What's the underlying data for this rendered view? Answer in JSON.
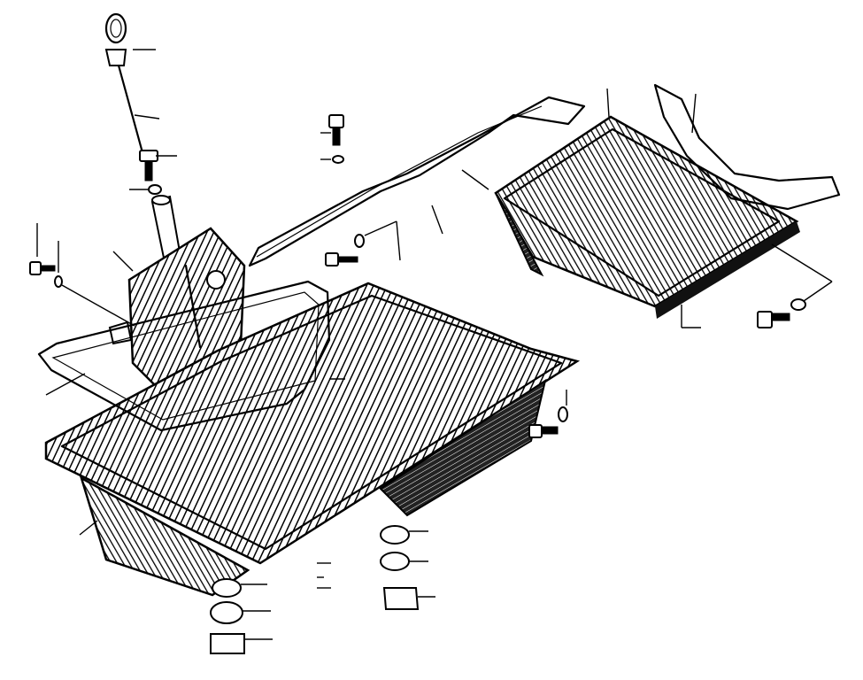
{
  "figure": {
    "ink_color": "#000000",
    "paper_color": "#ffffff",
    "parts": [
      "dipstick",
      "dipstick-tube",
      "breather-cover",
      "front-gasket",
      "front-sump",
      "rear-sump",
      "rear-gasket",
      "long-gasket",
      "bolts",
      "washers",
      "drain-plugs",
      "seal-rings"
    ]
  }
}
